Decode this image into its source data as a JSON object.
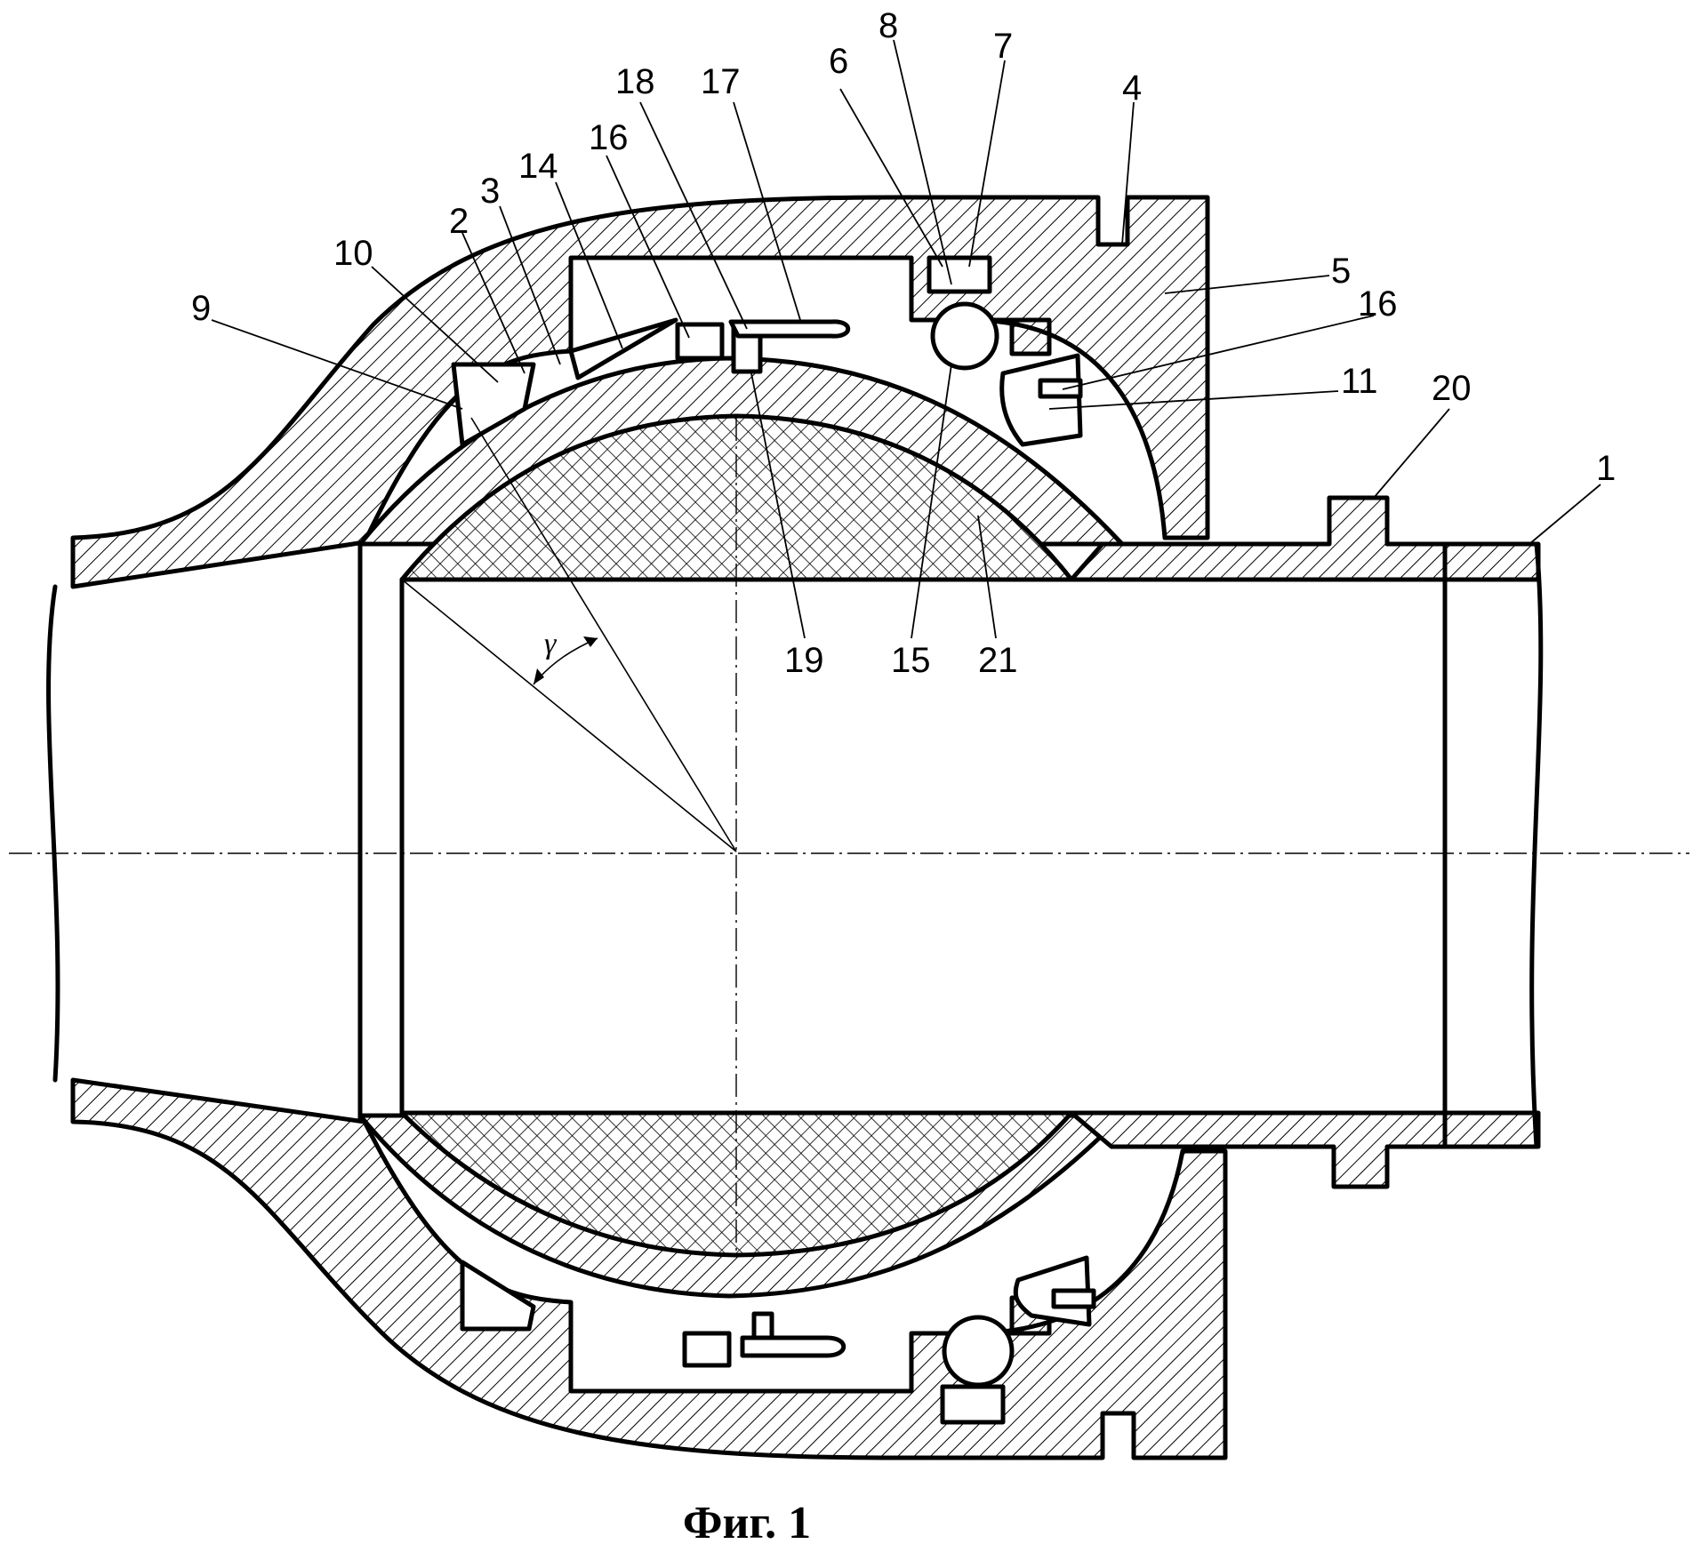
{
  "figure": {
    "caption": "Фиг. 1",
    "angle_symbol": "γ",
    "labels": [
      {
        "id": "9",
        "text": "9"
      },
      {
        "id": "10",
        "text": "10"
      },
      {
        "id": "2",
        "text": "2"
      },
      {
        "id": "3",
        "text": "3"
      },
      {
        "id": "14",
        "text": "14"
      },
      {
        "id": "16a",
        "text": "16"
      },
      {
        "id": "18",
        "text": "18"
      },
      {
        "id": "17",
        "text": "17"
      },
      {
        "id": "6",
        "text": "6"
      },
      {
        "id": "8",
        "text": "8"
      },
      {
        "id": "7",
        "text": "7"
      },
      {
        "id": "4",
        "text": "4"
      },
      {
        "id": "5",
        "text": "5"
      },
      {
        "id": "16b",
        "text": "16"
      },
      {
        "id": "11",
        "text": "11"
      },
      {
        "id": "20",
        "text": "20"
      },
      {
        "id": "1",
        "text": "1"
      },
      {
        "id": "19",
        "text": "19"
      },
      {
        "id": "15",
        "text": "15"
      },
      {
        "id": "21",
        "text": "21"
      }
    ]
  }
}
